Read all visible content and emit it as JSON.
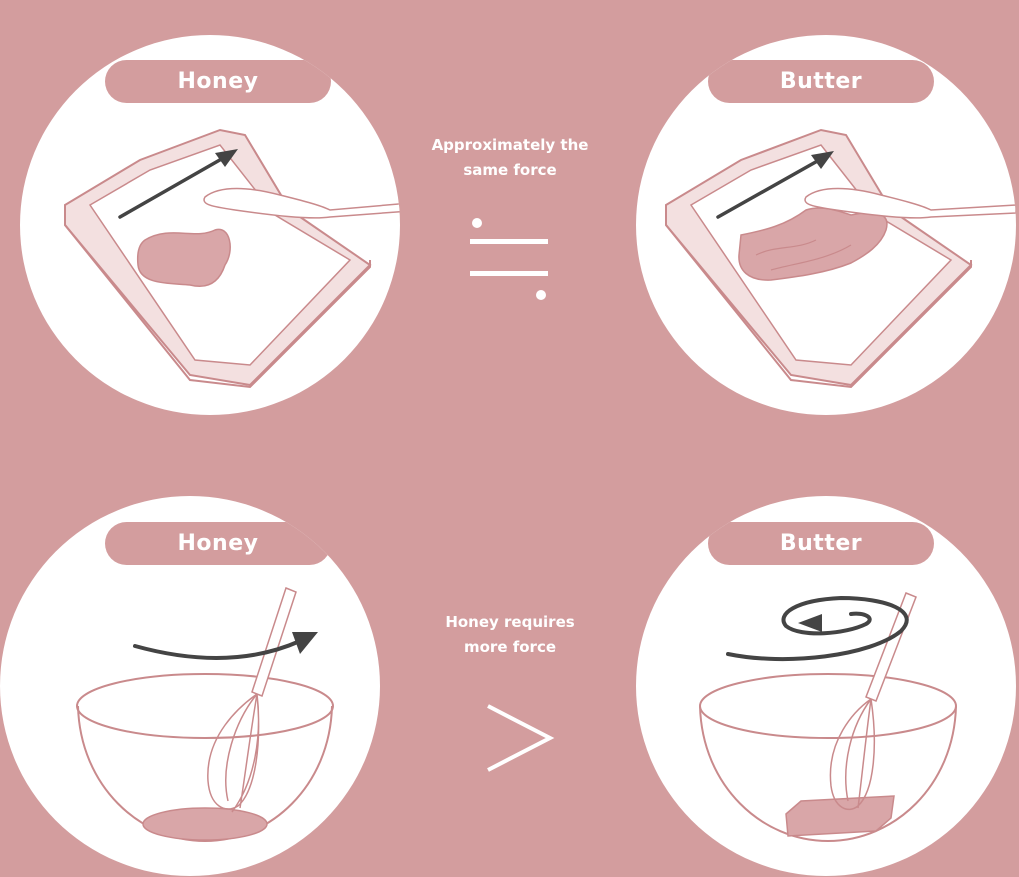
{
  "colors": {
    "background": "#d39d9e",
    "panel": "#ffffff",
    "line": "#c98a8c",
    "fill": "#d9a6a8",
    "arrow": "#444444"
  },
  "top_row": {
    "left_label": "Honey",
    "right_label": "Butter",
    "comparison_caption": "Approximately the same force",
    "comparison_symbol": "approximately-equal"
  },
  "bottom_row": {
    "left_label": "Honey",
    "right_label": "Butter",
    "comparison_caption": "Honey requires more force",
    "comparison_symbol": "greater-than"
  }
}
